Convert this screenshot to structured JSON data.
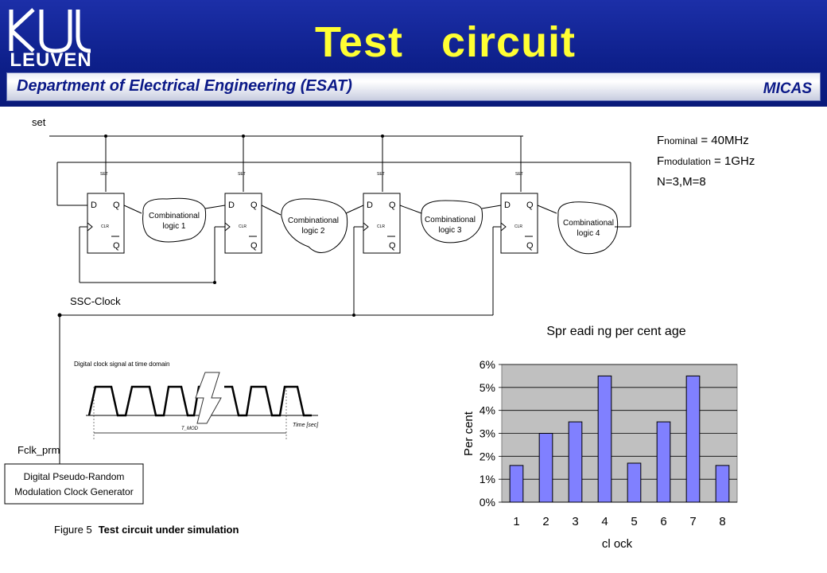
{
  "header": {
    "logo_text": "LEUVEN",
    "title": "Test   circuit",
    "department": "Department of Electrical Engineering (ESAT)",
    "group": "MICAS"
  },
  "circuit": {
    "set_label": "set",
    "clock_label": "SSC-Clock",
    "fclk_label": "Fclk_prm",
    "generator_line1": "Digital Pseudo-Random",
    "generator_line2": "Modulation Clock Generator",
    "ff_d": "D",
    "ff_q": "Q",
    "ff_set": "SET",
    "ff_clr": "CLR",
    "logic_line1": "Combinational",
    "logic_blocks": [
      "logic 1",
      "logic 2",
      "logic 3",
      "logic 4"
    ],
    "waveform_title": "Digital clock signal at time domain",
    "waveform_axis": "Time [sec]",
    "waveform_period": "T_MOD"
  },
  "params": {
    "f1_main": "F",
    "f1_sub": "nominal",
    "f1_value": " = 40MHz",
    "f2_main": "F",
    "f2_sub": "modulation",
    "f2_value": " = 1GHz",
    "nm": "N=3,M=8"
  },
  "figure": {
    "label": "Figure 5",
    "caption": "Test circuit under simulation"
  },
  "chart_data": {
    "type": "bar",
    "title": "Spr eadi ng per cent age",
    "xlabel": "cl ock",
    "ylabel": "Per cent",
    "categories": [
      "1",
      "2",
      "3",
      "4",
      "5",
      "6",
      "7",
      "8"
    ],
    "values": [
      1.6,
      3.0,
      3.5,
      5.5,
      1.7,
      3.5,
      5.5,
      1.6
    ],
    "ylim": [
      0,
      6
    ],
    "yticks": [
      "0%",
      "1%",
      "2%",
      "3%",
      "4%",
      "5%",
      "6%"
    ],
    "grid": true,
    "bar_color": "#8080ff",
    "plot_bg": "#c0c0c0"
  }
}
